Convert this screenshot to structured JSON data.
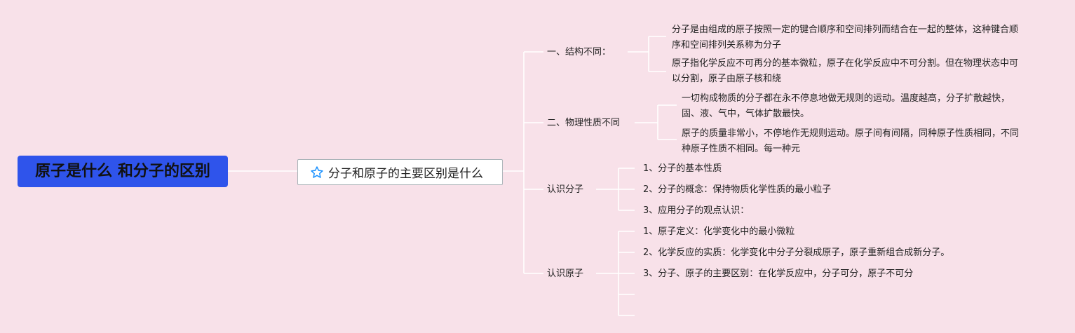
{
  "root": {
    "title": "原子是什么 和分子的区别"
  },
  "center": {
    "title": "分子和原子的主要区别是什么",
    "icon": "star-outline-icon",
    "icon_color": "#1890ff"
  },
  "branches": [
    {
      "label": "一、结构不同：",
      "children": [
        "分子是由组成的原子按照一定的键合顺序和空间排列而结合在一起的整体，这种键合顺序和空间排列关系称为分子",
        "原子指化学反应不可再分的基本微粒，原子在化学反应中不可分割。但在物理状态中可以分割，原子由原子核和绕"
      ]
    },
    {
      "label": "二、物理性质不同",
      "children": [
        "一切构成物质的分子都在永不停息地做无规则的运动。温度越高，分子扩散越快，固、液、气中，气体扩散最快。",
        "原子的质量非常小，不停地作无规则运动。原子间有间隔，同种原子性质相同，不同种原子性质不相同。每一种元"
      ]
    },
    {
      "label": "认识分子",
      "children": [
        "1、分子的基本性质",
        "2、分子的概念：保持物质化学性质的最小粒子",
        "3、应用分子的观点认识："
      ]
    },
    {
      "label": "认识原子",
      "children": [
        "1、原子定义：化学变化中的最小微粒",
        "2、化学反应的实质：化学变化中分子分裂成原子，原子重新组合成新分子。",
        "3、分子、原子的主要区别：在化学反应中，分子可分，原子不可分",
        "",
        ""
      ]
    }
  ],
  "colors": {
    "background": "#f8e1e9",
    "root_fill": "#2f54eb",
    "line": "#ffffff"
  }
}
